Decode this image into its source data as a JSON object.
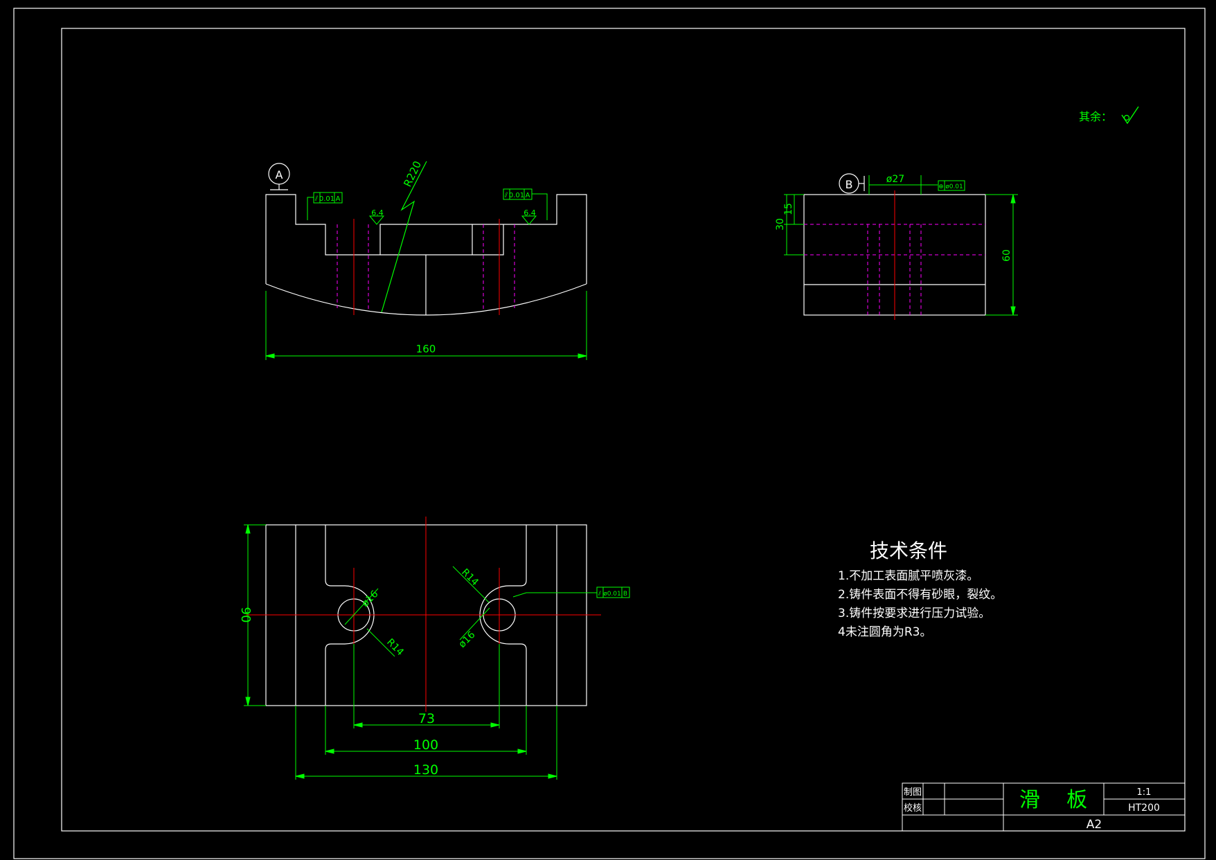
{
  "colors": {
    "outline": "#ffffff",
    "dimension": "#00ff00",
    "centerline": "#ff0000",
    "hidden": "#ff00ff",
    "background": "#000000"
  },
  "surface_note": {
    "label": "其余：",
    "icon": "surface-roughness-icon"
  },
  "front_view": {
    "datum": "A",
    "radius_label": "R220",
    "tolerance_left": [
      "⫽",
      "0.01",
      "A"
    ],
    "tolerance_right": [
      "⫽",
      "0.01",
      "A"
    ],
    "roughness_left": "6.4",
    "roughness_right": "6.4",
    "width_dim": "160"
  },
  "side_view": {
    "datum": "B",
    "hole_dim": "ø27",
    "tolerance": [
      "⊕",
      "ø0.01"
    ],
    "dim_15": "15",
    "dim_30": "30",
    "dim_60": "60"
  },
  "top_view": {
    "dim_90": "90",
    "dim_73": "73",
    "dim_100": "100",
    "dim_130": "130",
    "left_hole_dia": "ø16",
    "left_hole_radius": "R14",
    "right_hole_radius": "R14",
    "right_hole_dia": "ø16",
    "tolerance": [
      "⫽",
      "ø0.01",
      "B"
    ]
  },
  "tech_notes": {
    "title": "技术条件",
    "lines": [
      "1.不加工表面腻平喷灰漆。",
      "2.铸件表面不得有砂眼，裂纹。",
      "3.铸件按要求进行压力试验。",
      "4未注圆角为R3。"
    ]
  },
  "title_block": {
    "drawn_label": "制图",
    "checked_label": "校核",
    "part_name": "滑    板",
    "scale": "1:1",
    "material": "HT200",
    "sheet_size": "A2"
  }
}
